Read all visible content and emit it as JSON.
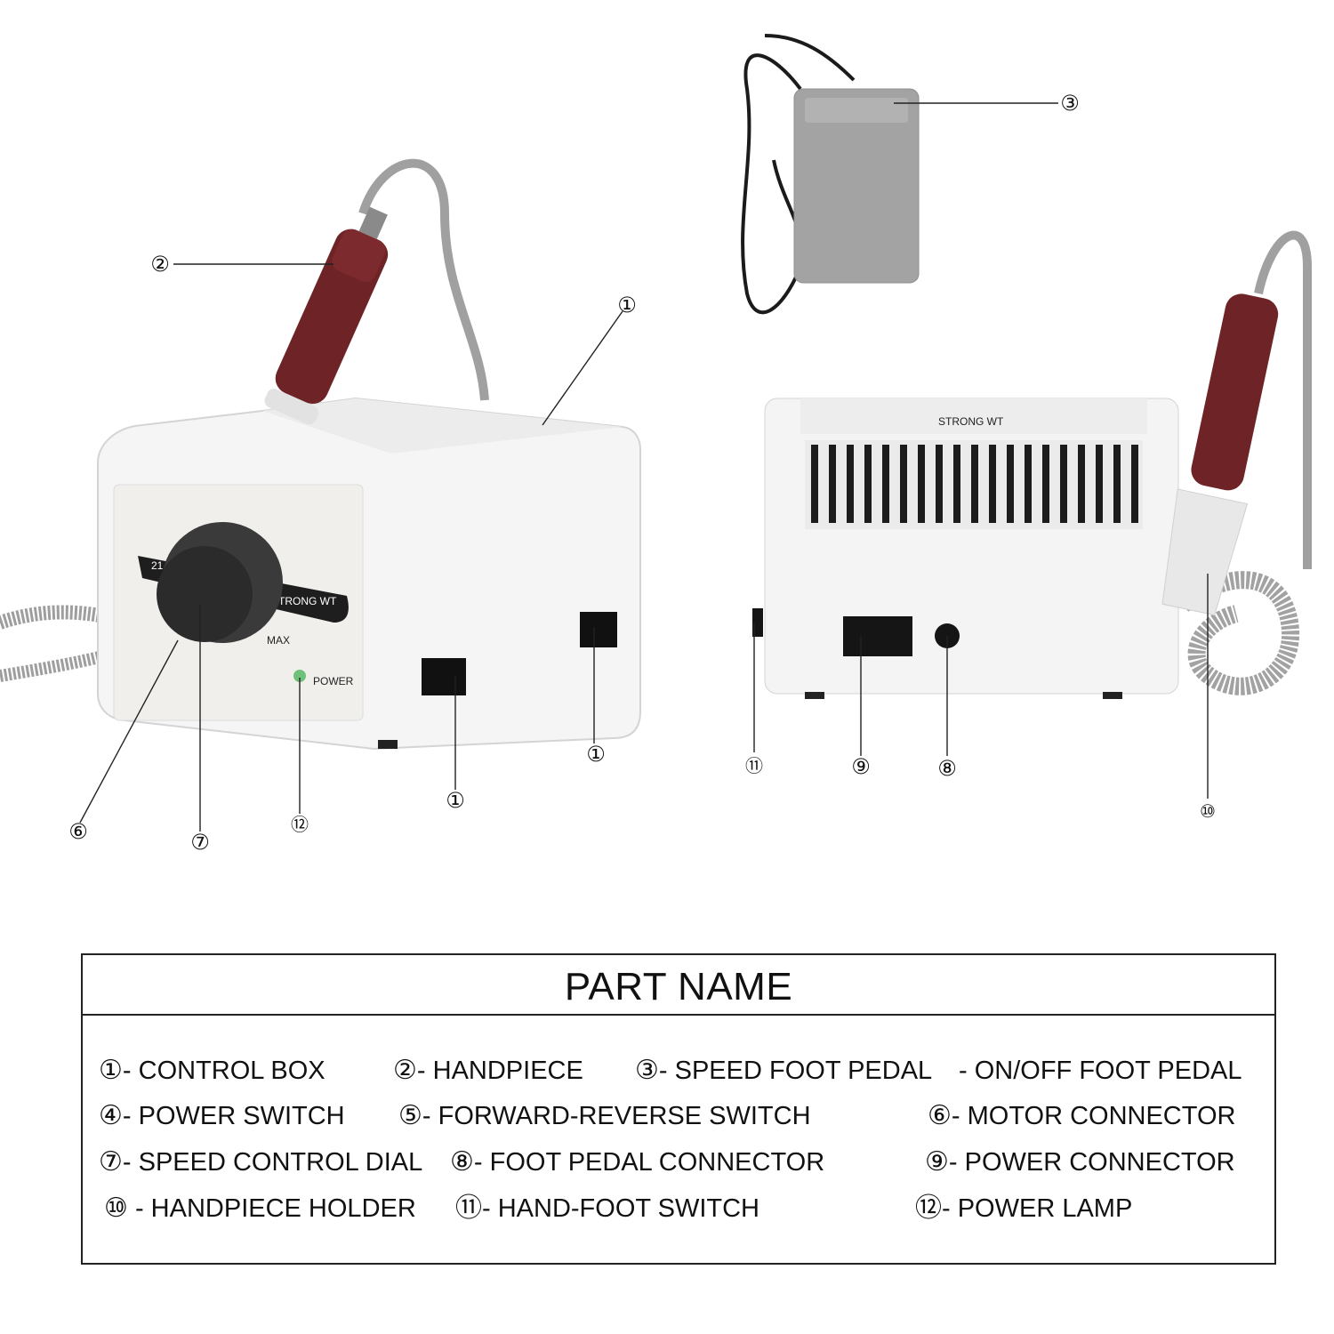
{
  "device": {
    "brand_front": "STRONG WT",
    "brand_top": "STRONG WT",
    "dial_max": "MAX",
    "dial_min": "21",
    "power_label": "POWER"
  },
  "callouts": [
    "①",
    "②",
    "③",
    "①",
    "①",
    "⑥",
    "⑦",
    "⑫",
    "⑪",
    "⑨",
    "⑧",
    "⑩"
  ],
  "legend": {
    "title": "PART NAME",
    "rows": [
      [
        {
          "num": "①",
          "text": "- CONTROL BOX"
        },
        {
          "num": "②",
          "text": "- HANDPIECE"
        },
        {
          "num": "③",
          "text": "- SPEED FOOT PEDAL"
        },
        {
          "num": "",
          "text": "- ON/OFF FOOT PEDAL"
        }
      ],
      [
        {
          "num": "④",
          "text": "- POWER SWITCH"
        },
        {
          "num": "⑤",
          "text": "- FORWARD-REVERSE SWITCH"
        },
        {
          "num": "⑥",
          "text": "- MOTOR CONNECTOR"
        }
      ],
      [
        {
          "num": "⑦",
          "text": "- SPEED CONTROL DIAL"
        },
        {
          "num": "⑧",
          "text": "- FOOT PEDAL CONNECTOR"
        },
        {
          "num": "⑨",
          "text": "- POWER CONNECTOR"
        }
      ],
      [
        {
          "num": "⑩",
          "text": " - HANDPIECE HOLDER"
        },
        {
          "num": "⑪",
          "text": "- HAND-FOOT SWITCH"
        },
        {
          "num": "⑫",
          "text": "- POWER LAMP"
        }
      ]
    ]
  },
  "colors": {
    "handpiece": "#6e2326",
    "body": "#f4f4f4",
    "cable": "#9a9a9a",
    "pedal": "#a3a3a3",
    "lamp": "#6fc07a"
  }
}
